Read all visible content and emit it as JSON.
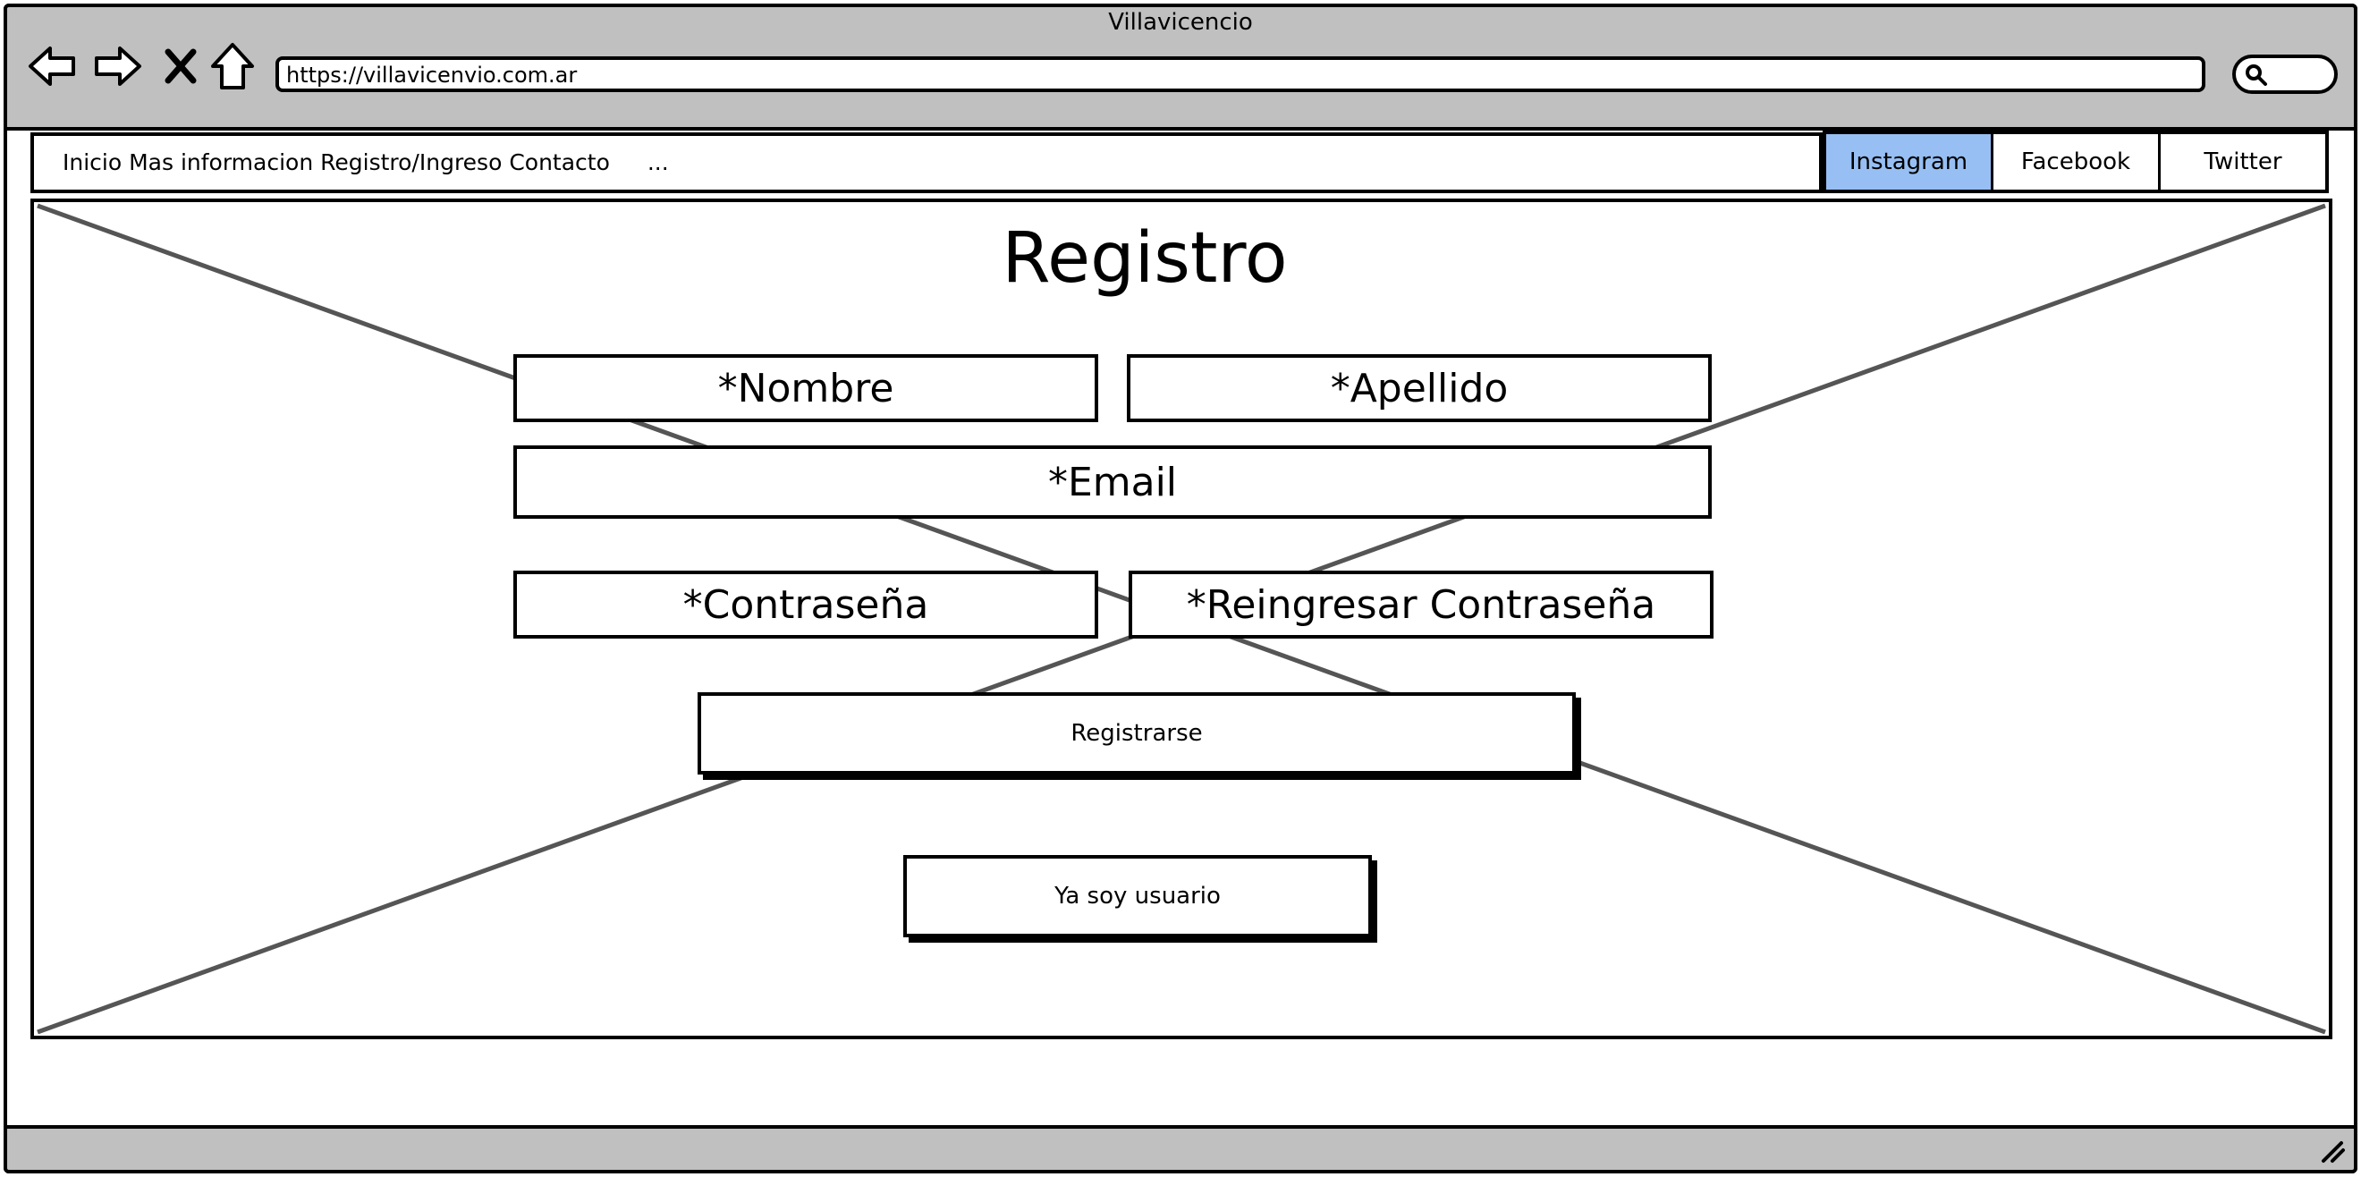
{
  "window": {
    "title": "Villavicencio"
  },
  "browser": {
    "url": "https://villavicenvio.com.ar"
  },
  "nav": {
    "links": "Inicio Mas informacion Registro/Ingreso Contacto",
    "more": "..."
  },
  "social": [
    {
      "label": "Instagram",
      "active": true
    },
    {
      "label": "Facebook",
      "active": false
    },
    {
      "label": "Twitter",
      "active": false
    }
  ],
  "form": {
    "title": "Registro",
    "nombre": "*Nombre",
    "apellido": "*Apellido",
    "email": "*Email",
    "password": "*Contraseña",
    "password_repeat": "*Reingresar Contraseña",
    "submit_label": "Registrarse",
    "login_label": "Ya soy usuario"
  },
  "colors": {
    "chrome": "#c0c0c0",
    "active_tab": "#97bff3",
    "outline": "#000000"
  },
  "icons": [
    "back-arrow-icon",
    "forward-arrow-icon",
    "close-icon",
    "home-icon",
    "search-icon",
    "resize-grip-icon"
  ]
}
